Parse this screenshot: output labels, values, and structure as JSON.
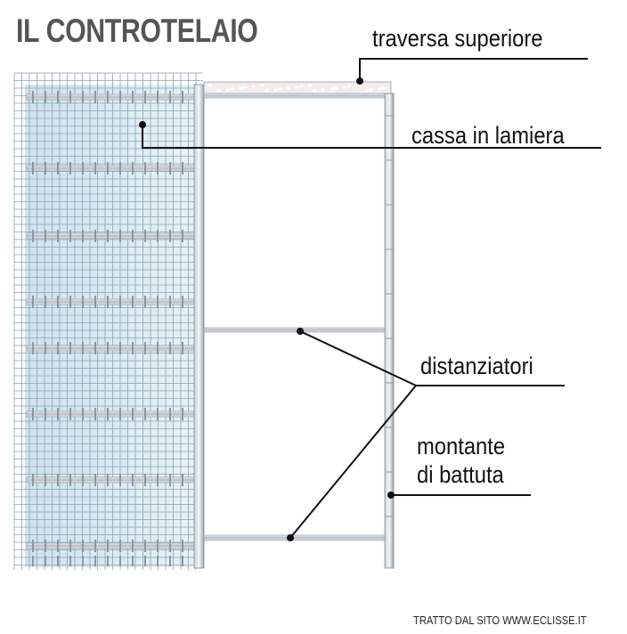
{
  "title": "IL CONTROTELAIO",
  "labels": {
    "traversa": "traversa superiore",
    "cassa": "cassa in lamiera",
    "distanziatori": "distanziatori",
    "montante_line1": "montante",
    "montante_line2": "di battuta"
  },
  "credit": "TRATTO DAL SITO WWW.ECLISSE.IT",
  "colors": {
    "title": "#555555",
    "text": "#111111",
    "mesh": "#8fa3b0",
    "panel_fill": "#cfe3ee",
    "frame": "#8c98a0"
  }
}
